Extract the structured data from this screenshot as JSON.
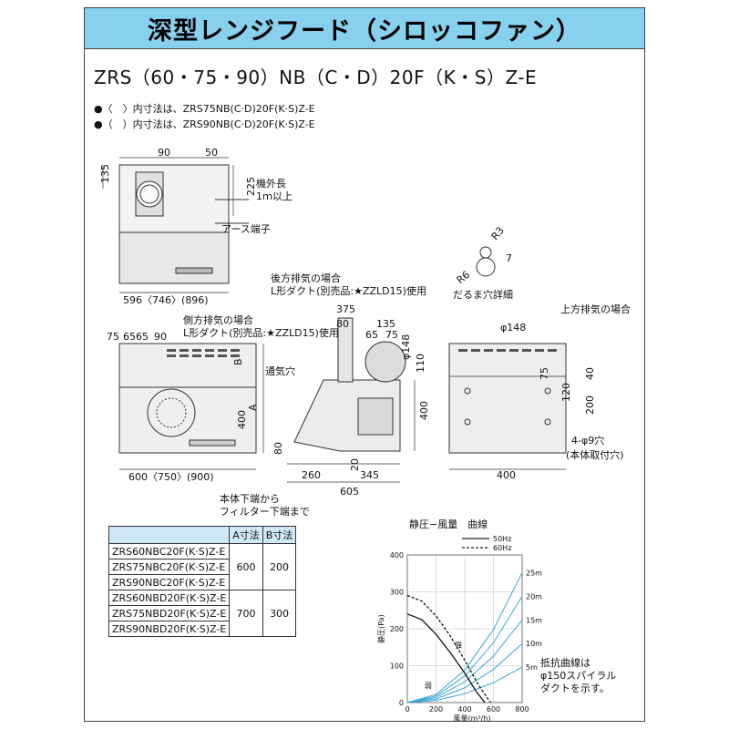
{
  "header": {
    "title": "深型レンジフード（シロッコファン）"
  },
  "model_line": "ZRS（60・75・90）NB（C・D）20F（K・S）Z-E",
  "notes": [
    "●〈　〉内寸法は、ZRS75NB(C·D)20F(K·S)Z-E",
    "●（　）内寸法は、ZRS90NB(C·D)20F(K·S)Z-E"
  ],
  "front_top": {
    "dims": [
      "90",
      "50",
      "135",
      "225"
    ],
    "cable": "機外長\n1ｍ以上",
    "ground": "アース端子",
    "width": "596〈746〉(896)"
  },
  "front_bottom": {
    "top_dims": [
      "75",
      "65",
      "65",
      "90"
    ],
    "side_exhaust": "側方排気の場合",
    "side_duct": "L形ダクト(別売品:★ZZLD15)使用",
    "vent": "通気穴",
    "labels": [
      "B",
      "A",
      "400"
    ],
    "width": "600〈750〉(900)"
  },
  "side_view": {
    "rear_exhaust": "後方排気の場合",
    "rear_duct": "L形ダクト(別売品:★ZZLD15)使用",
    "dims": [
      "375",
      "80",
      "135",
      "65",
      "75",
      "φ148",
      "110",
      "400",
      "80",
      "260",
      "20",
      "345",
      "605"
    ],
    "filter_note_1": "本体下端から",
    "filter_note_2": "フィルター下端まで"
  },
  "hole_detail": {
    "dims": [
      "R3",
      "7",
      "R6"
    ],
    "label": "だるま穴詳細"
  },
  "top_view": {
    "top_exhaust": "上方排気の場合",
    "dims": [
      "φ148",
      "75",
      "40",
      "120",
      "200",
      "400"
    ],
    "holes": "4-φ9穴",
    "holes_note": "(本体取付穴)"
  },
  "spec_table": {
    "headers": [
      "",
      "A寸法",
      "B寸法"
    ],
    "models_c": [
      "ZRS60NBC20F(K·S)Z-E",
      "ZRS75NBC20F(K·S)Z-E",
      "ZRS90NBC20F(K·S)Z-E"
    ],
    "models_d": [
      "ZRS60NBD20F(K·S)Z-E",
      "ZRS75NBD20F(K·S)Z-E",
      "ZRS90NBD20F(K·S)Z-E"
    ],
    "a_c": "600",
    "b_c": "200",
    "a_d": "700",
    "b_d": "300"
  },
  "chart_data": {
    "type": "line",
    "title": "静圧−風量　曲線",
    "xlabel": "風量(m³/h)",
    "ylabel": "静圧(Pa)",
    "xlim": [
      0,
      800
    ],
    "ylim": [
      0,
      400
    ],
    "xticks": [
      "0",
      "200",
      "400",
      "600",
      "800"
    ],
    "yticks": [
      "0",
      "100",
      "200",
      "300",
      "400"
    ],
    "legend": [
      "50Hz",
      "60Hz"
    ],
    "resistance_labels": [
      "25m",
      "20m",
      "15m",
      "10m",
      "5m"
    ],
    "speed_labels": [
      "強",
      "弱"
    ],
    "note": "抵抗曲線は\nφ150スパイラル\nダクトを示す。",
    "series": [
      {
        "name": "50Hz",
        "x": [
          0,
          100,
          200,
          300,
          400,
          480,
          540
        ],
        "y": [
          240,
          225,
          185,
          135,
          80,
          30,
          0
        ]
      },
      {
        "name": "60Hz",
        "x": [
          0,
          100,
          200,
          300,
          400,
          500,
          580
        ],
        "y": [
          290,
          275,
          235,
          180,
          115,
          45,
          0
        ]
      }
    ],
    "resistance_curves": [
      {
        "name": "25m",
        "x": [
          0,
          200,
          400,
          600,
          800
        ],
        "y": [
          0,
          22,
          88,
          198,
          352
        ]
      },
      {
        "name": "20m",
        "x": [
          0,
          200,
          400,
          600,
          800
        ],
        "y": [
          0,
          18,
          72,
          162,
          288
        ]
      },
      {
        "name": "15m",
        "x": [
          0,
          200,
          400,
          600,
          800
        ],
        "y": [
          0,
          14,
          56,
          126,
          224
        ]
      },
      {
        "name": "10m",
        "x": [
          0,
          200,
          400,
          600,
          800
        ],
        "y": [
          0,
          10,
          40,
          90,
          160
        ]
      },
      {
        "name": "5m",
        "x": [
          0,
          200,
          400,
          600,
          800
        ],
        "y": [
          0,
          6,
          24,
          54,
          96
        ]
      }
    ]
  }
}
